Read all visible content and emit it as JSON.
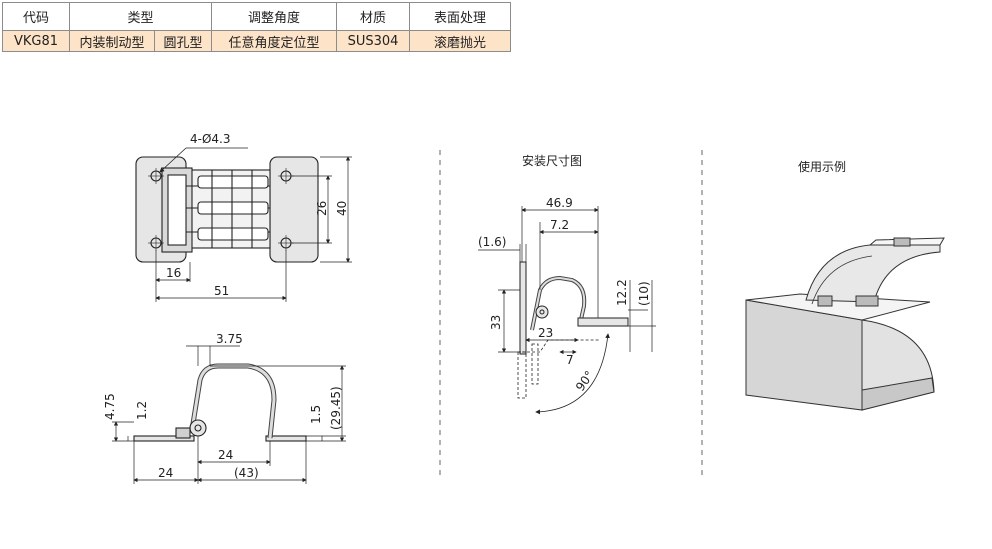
{
  "table": {
    "headers": [
      "代码",
      "类型",
      "调整角度",
      "材质",
      "表面处理"
    ],
    "row": {
      "code": "VKG81",
      "type_a": "内装制动型",
      "type_b": "圆孔型",
      "angle": "任意角度定位型",
      "material": "SUS304",
      "finish": "滚磨抛光"
    }
  },
  "drawing_top": {
    "hole_note": "4-Ø4.3",
    "dim_26": "26",
    "dim_40": "40",
    "dim_16": "16",
    "dim_51": "51"
  },
  "drawing_side": {
    "dim_375": "3.75",
    "dim_475": "4.75",
    "dim_12": "1.2",
    "dim_15": "1.5",
    "dim_2945": "(29.45)",
    "dim_24a": "24",
    "dim_24b": "24",
    "dim_43": "(43)"
  },
  "install": {
    "title": "安装尺寸图",
    "dim_469": "46.9",
    "dim_72": "7.2",
    "dim_16p": "(1.6)",
    "dim_33": "33",
    "dim_23": "23",
    "dim_7": "7",
    "dim_122": "12.2",
    "dim_10p": "(10)",
    "angle": "90°"
  },
  "usage": {
    "title": "使用示例"
  }
}
